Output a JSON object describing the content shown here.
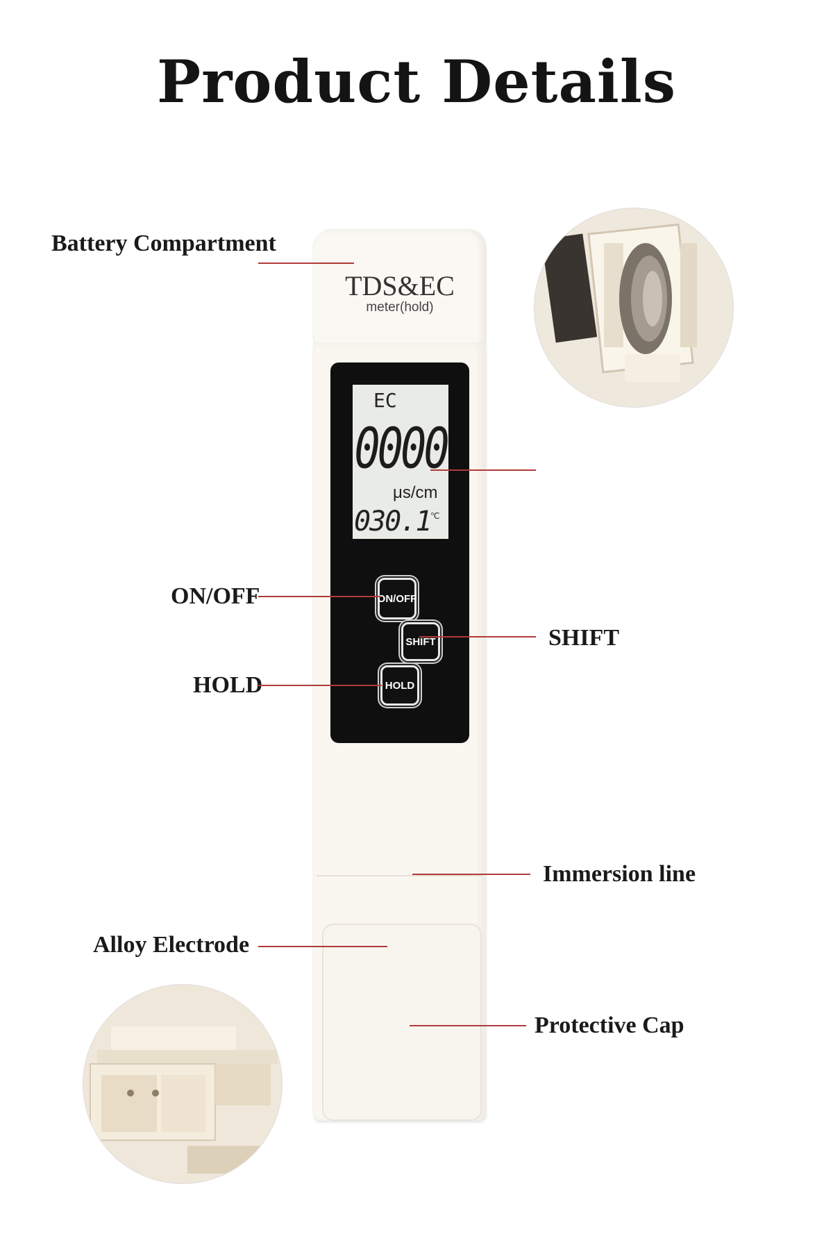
{
  "title": "Product Details",
  "device": {
    "brand": "TDS&EC",
    "model": "meter(hold)",
    "lcd": {
      "mode": "EC",
      "main_reading": "0000",
      "unit": "μs/cm",
      "temperature": "030.1",
      "temp_unit": "℃"
    },
    "buttons": {
      "onoff": "ON/OFF",
      "shift": "SHIFT",
      "hold": "HOLD"
    }
  },
  "callouts": {
    "battery_compartment": "Battery Compartment",
    "on_off": "ON/OFF",
    "shift": "SHIFT",
    "hold": "HOLD",
    "immersion_line": "Immersion line",
    "alloy_electrode": "Alloy Electrode",
    "protective_cap": "Protective Cap"
  },
  "colors": {
    "leader_line": "#b23a3a",
    "meter_body": "#faf7f1",
    "panel": "#0f0f0f"
  }
}
